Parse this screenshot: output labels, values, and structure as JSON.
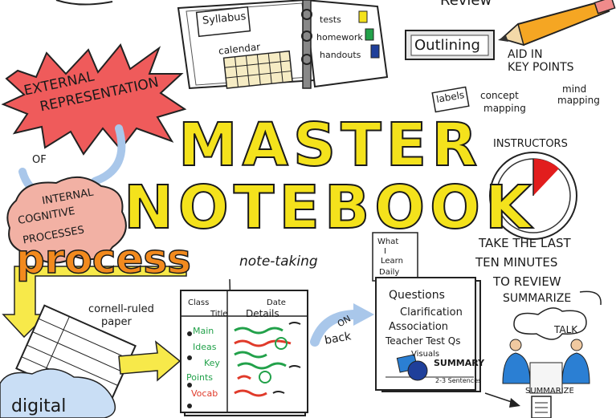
{
  "colors": {
    "title_yellow": "#f4e21c",
    "process_orange": "#f28a1e",
    "burst_red": "#ef5b5b",
    "brain_pink": "#f2b1a4",
    "arrow_blue": "#a9c7ea",
    "arrow_yellow": "#f7e94a",
    "timer_red": "#e21d1d",
    "people_blue": "#2b7fd3",
    "green_ink": "#22a14a",
    "red_ink": "#e03a2a",
    "cloud_blue": "#c9def5"
  },
  "title": {
    "line1": "MASTER",
    "line2": "NOTEBOOK"
  },
  "binder": {
    "syllabus": "Syllabus",
    "calendar": "calendar",
    "tabs": [
      "tests",
      "homework",
      "handouts"
    ]
  },
  "top_right": {
    "review_partial": "Review",
    "outlining": "Outlining",
    "aid": [
      "AID IN",
      "KEY POINTS"
    ],
    "labels": "labels",
    "concept": [
      "concept",
      "mapping"
    ],
    "mind": [
      "mind",
      "mapping"
    ]
  },
  "left": {
    "external": [
      "EXTERNAL",
      "REPRESENTATION"
    ],
    "of": "OF",
    "internal": [
      "INTERNAL",
      "COGNITIVE",
      "PROCESSES"
    ],
    "process": "process",
    "note_taking": "note-taking",
    "cornell": [
      "cornell-ruled",
      "paper"
    ],
    "digital": "digital"
  },
  "cornell_sheet": {
    "header": [
      "Class",
      "Title",
      "Date",
      "Details"
    ],
    "cues": [
      "Main",
      "Ideas",
      "Key",
      "Points",
      "Vocab"
    ]
  },
  "on_back": [
    "ON",
    "back"
  ],
  "back_page": {
    "wld": [
      "What",
      "I",
      "Learn",
      "Daily"
    ],
    "items": [
      "Questions",
      "Clarification",
      "Association",
      "Teacher Test Qs",
      "Visuals"
    ],
    "summary": "SUMMARY",
    "sentences": "2-3 Sentences"
  },
  "right": {
    "instructors": "INSTRUCTORS",
    "take": [
      "TAKE THE LAST",
      "TEN MINUTES",
      "TO REVIEW",
      "SUMMARIZE"
    ],
    "talk": "TALK",
    "summarize": "SUMMARIZE"
  }
}
